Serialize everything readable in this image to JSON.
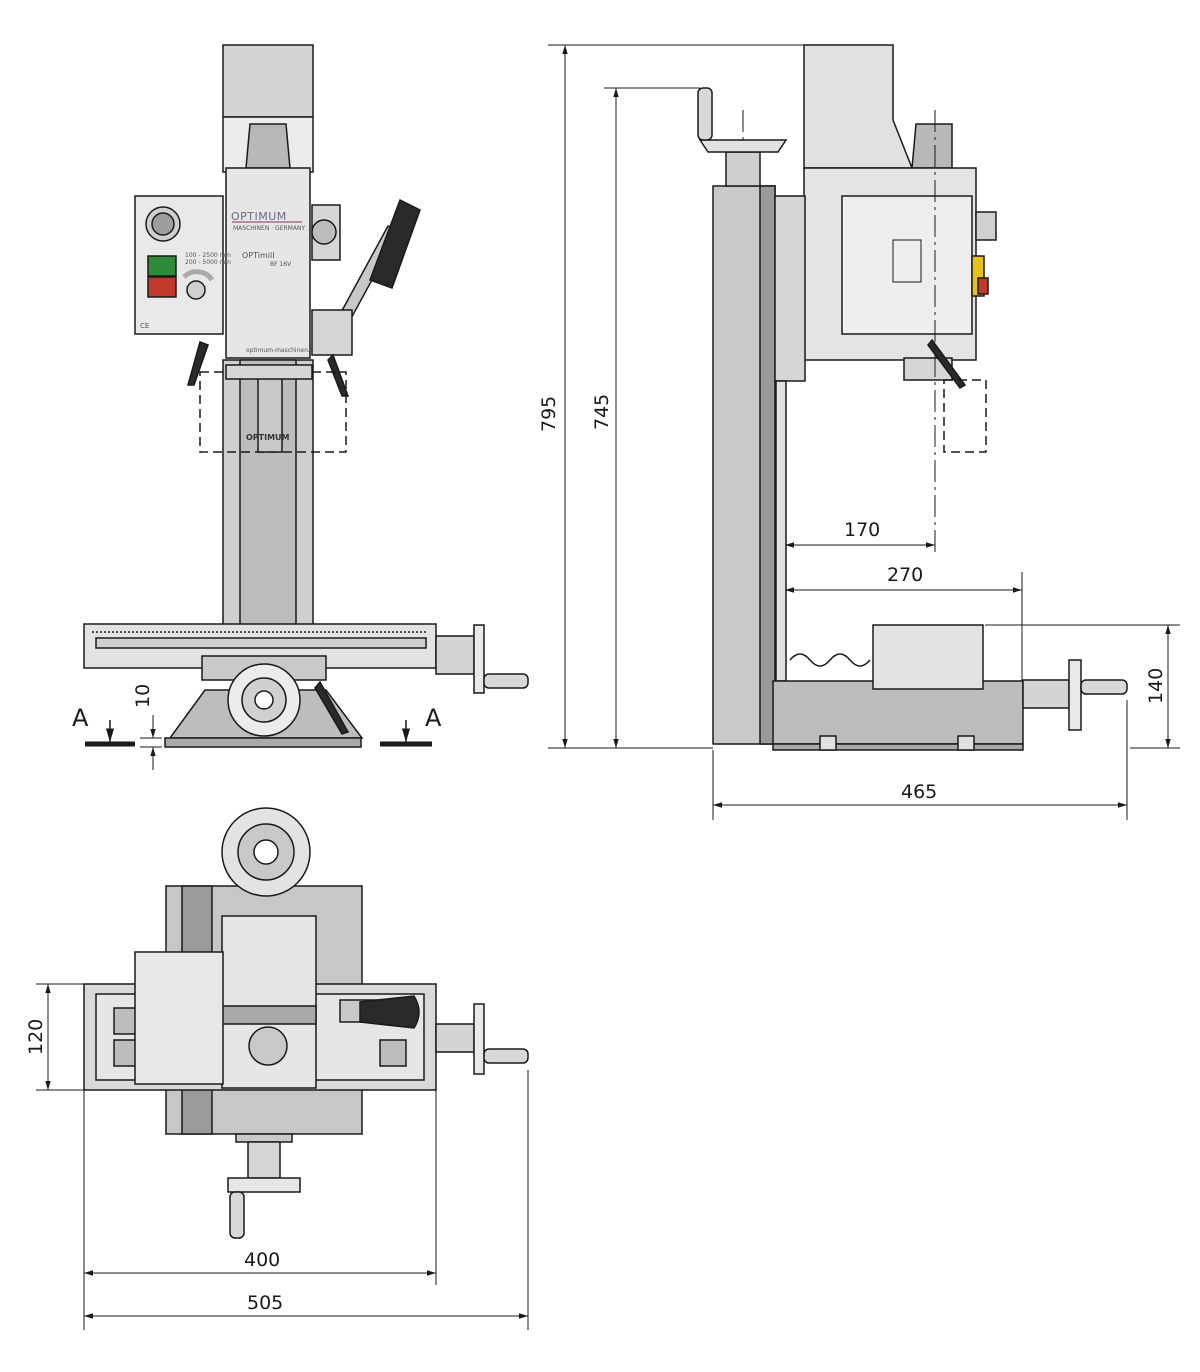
{
  "dimensions": {
    "overall_height": "795",
    "column_height": "745",
    "spindle_to_column": "170",
    "throat_depth": "270",
    "table_height": "140",
    "overall_depth": "465",
    "base_foot_height": "10",
    "table_width": "120",
    "table_length": "400",
    "overall_width": "505"
  },
  "section_marks": {
    "left": "A",
    "right": "A"
  },
  "machine_labels": {
    "brand": "OPTIMUM",
    "brand_sub": "MASCHINEN · GERMANY",
    "model": "OPTimill",
    "model_sub": "BF 16V",
    "web": "optimum-maschinen.de",
    "quill_brand": "OPTIMUM",
    "speed_line_1": "100 - 2500 min",
    "speed_line_2": "200 - 5000 min",
    "ce_mark": "CE"
  },
  "colors": {
    "line": "#1a1a1a",
    "body_gray": "#d9d9d9",
    "dark_gray": "#9a9a9a",
    "column_gray": "#c9c9c9",
    "start_green": "#2e8b3a",
    "stop_red": "#c0392b",
    "caution_yellow": "#e8c21a"
  }
}
